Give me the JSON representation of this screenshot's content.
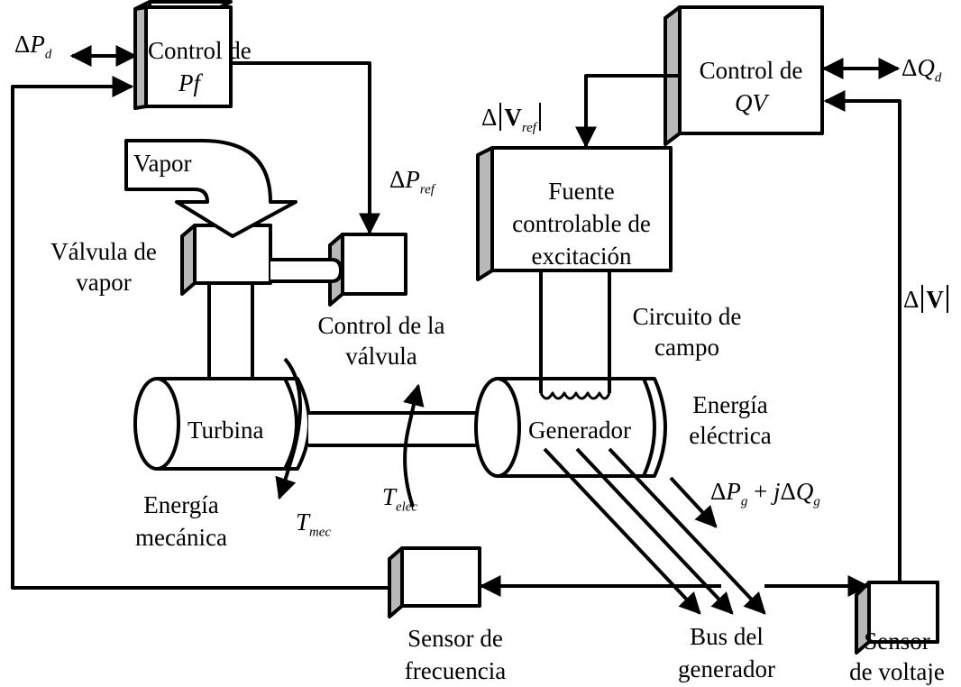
{
  "blocks": {
    "pf_control": {
      "line1": "Control de",
      "line2": "Pf"
    },
    "qv_control": {
      "line1": "Control de",
      "line2": "QV"
    },
    "exciter": {
      "line1": "Fuente",
      "line2": "controlable de",
      "line3": "excitación"
    },
    "valve_control": {
      "line1": "Control de la",
      "line2": "válvula"
    },
    "steam_valve": {
      "line1": "Válvula de",
      "line2": "vapor"
    },
    "steam_input": "Vapor",
    "turbine": "Turbina",
    "generator": "Generador",
    "freq_sensor": {
      "line1": "Sensor de",
      "line2": "frecuencia"
    },
    "volt_sensor": {
      "line1": "Sensor",
      "line2": "de voltaje"
    },
    "gen_bus": {
      "line1": "Bus del",
      "line2": "generador"
    }
  },
  "labels": {
    "field_circuit": {
      "line1": "Circuito de",
      "line2": "campo"
    },
    "electric_energy": {
      "line1": "Energía",
      "line2": "eléctrica"
    },
    "mech_energy": {
      "line1": "Energía",
      "line2": "mecánica"
    }
  },
  "symbols": {
    "delta": "Δ",
    "pd": {
      "base": "P",
      "sub": "d"
    },
    "qd": {
      "base": "Q",
      "sub": "d"
    },
    "pref": {
      "base": "P",
      "sub": "ref"
    },
    "vref": {
      "base": "V",
      "sub": "ref"
    },
    "v": "V",
    "tmec": {
      "base": "T",
      "sub": "mec"
    },
    "telec": {
      "base": "T",
      "sub": "elec"
    },
    "pg": {
      "base": "P",
      "sub": "g"
    },
    "plus": "+",
    "j": "j",
    "qg": {
      "base": "Q",
      "sub": "g"
    }
  }
}
